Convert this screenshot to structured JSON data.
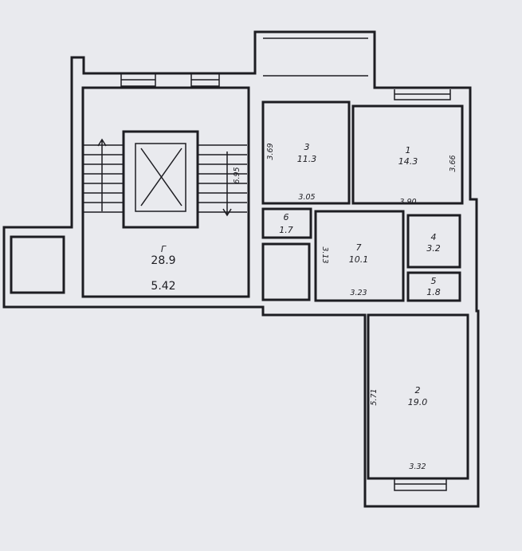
{
  "rooms": {
    "r1": {
      "number": "1",
      "area": "14.3",
      "dim_a": "3.66",
      "dim_b": "3.90"
    },
    "r2": {
      "number": "2",
      "area": "19.0",
      "dim_a": "5.71",
      "dim_b": "3.32"
    },
    "r3": {
      "number": "3",
      "area": "11.3",
      "dim_a": "3.69",
      "dim_b": "3.05"
    },
    "r4": {
      "number": "4",
      "area": "3.2"
    },
    "r5": {
      "number": "5",
      "area": "1.8"
    },
    "r6": {
      "number": "6",
      "area": "1.7"
    },
    "r7": {
      "number": "7",
      "area": "10.1",
      "dim_a": "3.13",
      "dim_b": "3.23"
    },
    "hall": {
      "number": "Г",
      "area": "28.9",
      "dim_a": "6.95",
      "dim_b": "5.42"
    }
  }
}
